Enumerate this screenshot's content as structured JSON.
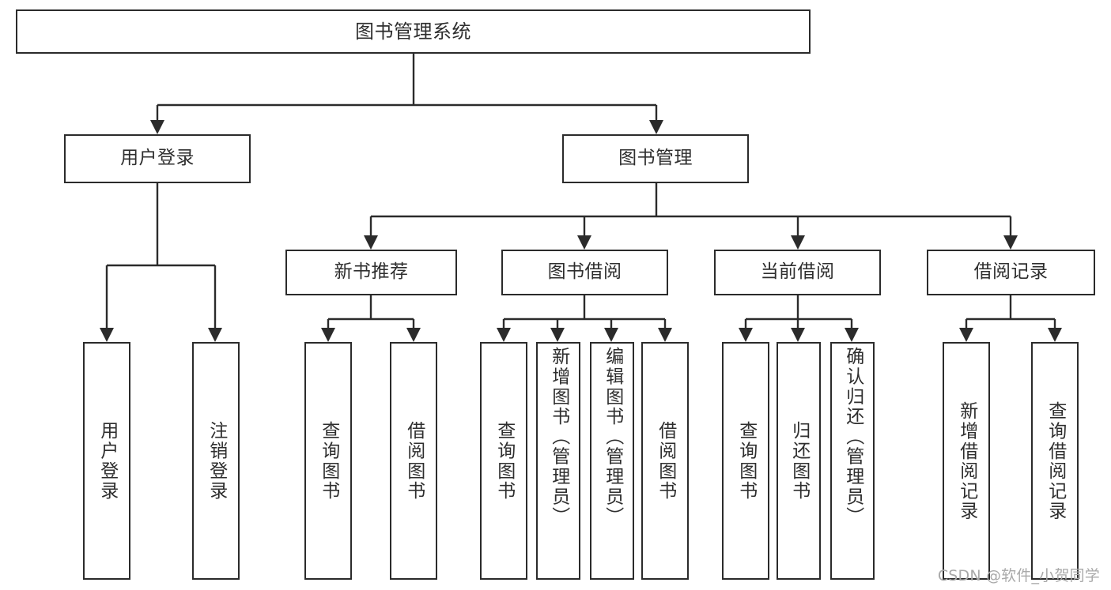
{
  "diagram": {
    "type": "tree",
    "title": "图书管理系统",
    "orientation": "top-down",
    "watermark": "CSDN @软件_小贺同学",
    "colors": {
      "stroke": "#2b2b2b",
      "text": "#2e2e2e",
      "background": "#ffffff",
      "watermark": "#a9a9a9"
    },
    "nodes": {
      "root": {
        "label": "图书管理系统"
      },
      "level2": [
        {
          "id": "user-login",
          "label": "用户登录"
        },
        {
          "id": "book-manage",
          "label": "图书管理"
        }
      ],
      "level3": [
        {
          "id": "new-book-rec",
          "label": "新书推荐"
        },
        {
          "id": "book-borrow",
          "label": "图书借阅"
        },
        {
          "id": "current-borrow",
          "label": "当前借阅"
        },
        {
          "id": "borrow-record",
          "label": "借阅记录"
        }
      ],
      "leaves": [
        {
          "id": "leaf-user-login",
          "label": "用户登录"
        },
        {
          "id": "leaf-logout-login",
          "label": "注销登录"
        },
        {
          "id": "leaf-query-book-1",
          "label": "查询图书"
        },
        {
          "id": "leaf-borrow-book-1",
          "label": "借阅图书"
        },
        {
          "id": "leaf-query-book-2",
          "label": "查询图书"
        },
        {
          "id": "leaf-add-book",
          "label": "新增图书（管理员）"
        },
        {
          "id": "leaf-edit-book",
          "label": "编辑图书（管理员）"
        },
        {
          "id": "leaf-borrow-book-2",
          "label": "借阅图书"
        },
        {
          "id": "leaf-query-book-3",
          "label": "查询图书"
        },
        {
          "id": "leaf-return-book",
          "label": "归还图书"
        },
        {
          "id": "leaf-confirm-return",
          "label": "确认归还（管理员）"
        },
        {
          "id": "leaf-add-record",
          "label": "新增借阅记录"
        },
        {
          "id": "leaf-query-record",
          "label": "查询借阅记录"
        }
      ]
    },
    "edges": [
      {
        "from": "root",
        "to": "user-login"
      },
      {
        "from": "root",
        "to": "book-manage"
      },
      {
        "from": "user-login",
        "to": "leaf-user-login"
      },
      {
        "from": "user-login",
        "to": "leaf-logout-login"
      },
      {
        "from": "book-manage",
        "to": "new-book-rec"
      },
      {
        "from": "book-manage",
        "to": "book-borrow"
      },
      {
        "from": "book-manage",
        "to": "current-borrow"
      },
      {
        "from": "book-manage",
        "to": "borrow-record"
      },
      {
        "from": "new-book-rec",
        "to": "leaf-query-book-1"
      },
      {
        "from": "new-book-rec",
        "to": "leaf-borrow-book-1"
      },
      {
        "from": "book-borrow",
        "to": "leaf-query-book-2"
      },
      {
        "from": "book-borrow",
        "to": "leaf-add-book"
      },
      {
        "from": "book-borrow",
        "to": "leaf-edit-book"
      },
      {
        "from": "book-borrow",
        "to": "leaf-borrow-book-2"
      },
      {
        "from": "current-borrow",
        "to": "leaf-query-book-3"
      },
      {
        "from": "current-borrow",
        "to": "leaf-return-book"
      },
      {
        "from": "current-borrow",
        "to": "leaf-confirm-return"
      },
      {
        "from": "borrow-record",
        "to": "leaf-add-record"
      },
      {
        "from": "borrow-record",
        "to": "leaf-query-record"
      }
    ]
  }
}
